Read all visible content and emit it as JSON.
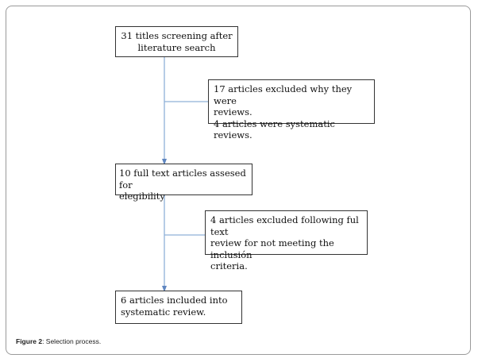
{
  "flow": {
    "box1": {
      "line1": "31 titles screening after",
      "line2": "literature search"
    },
    "excluded1": {
      "line1": "17 articles excluded why they were",
      "line2": "reviews.",
      "line3": "4 articles were systematic reviews."
    },
    "box2": {
      "line1": "10 full text articles assesed for",
      "line2": "elegibility"
    },
    "excluded2": {
      "line1": "4 articles excluded following ful text",
      "line2": "review for not meeting the inclusión",
      "line3": "criteria."
    },
    "box3": {
      "line1": "6 articles included into",
      "line2": "systematic review."
    }
  },
  "caption": {
    "label": "Figure 2",
    "text": ": Selection process."
  },
  "colors": {
    "connector": "#8fb0d8",
    "box_border": "#333333",
    "frame_border": "#9a9a9a"
  }
}
